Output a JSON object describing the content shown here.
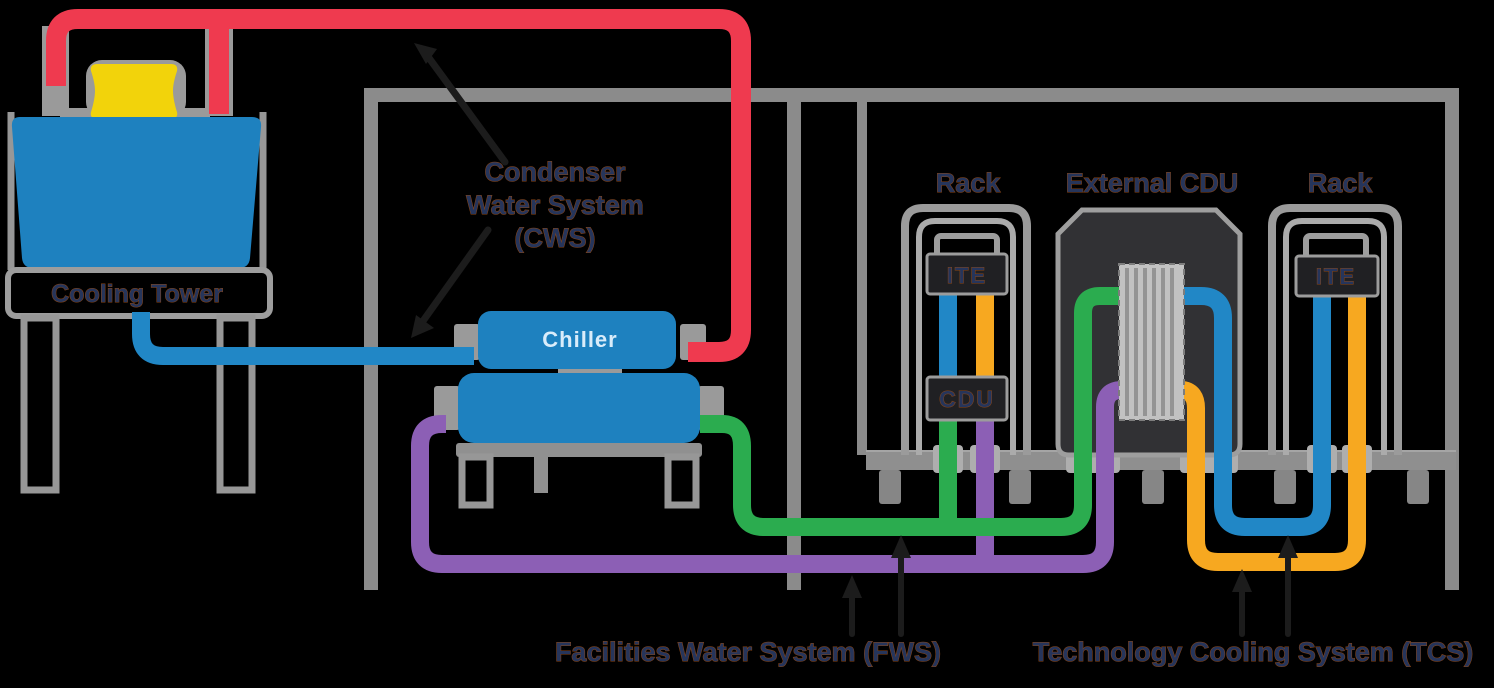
{
  "colors": {
    "background": "#000000",
    "pipe_red": "#EF3A4F",
    "pipe_blue": "#2187C6",
    "pipe_green": "#2BAC4F",
    "pipe_purple": "#8C5FB5",
    "pipe_orange": "#F7A820",
    "fan_yellow": "#F2D30B",
    "equipment_blue": "#1E81BF",
    "structure_gray": "#8B8B8B",
    "dark_box": "#202023",
    "external_cdu_body": "#313134",
    "heat_exchanger": "#C2C2C2",
    "label_fill": "#26355B",
    "label_outline": "#8A4616",
    "chiller_label": "#D9ECFA",
    "arrow_black": "#1C1C1C"
  },
  "labels": {
    "cooling_tower": "Cooling Tower",
    "condenser_line1": "Condenser",
    "condenser_line2": "Water System",
    "condenser_line3": "(CWS)",
    "chiller": "Chiller",
    "rack_left": "Rack",
    "external_cdu": "External CDU",
    "rack_right": "Rack",
    "ite_left": "ITE",
    "cdu_left": "CDU",
    "ite_right": "ITE",
    "fws": "Facilities Water System (FWS)",
    "tcs": "Technology Cooling System (TCS)"
  }
}
